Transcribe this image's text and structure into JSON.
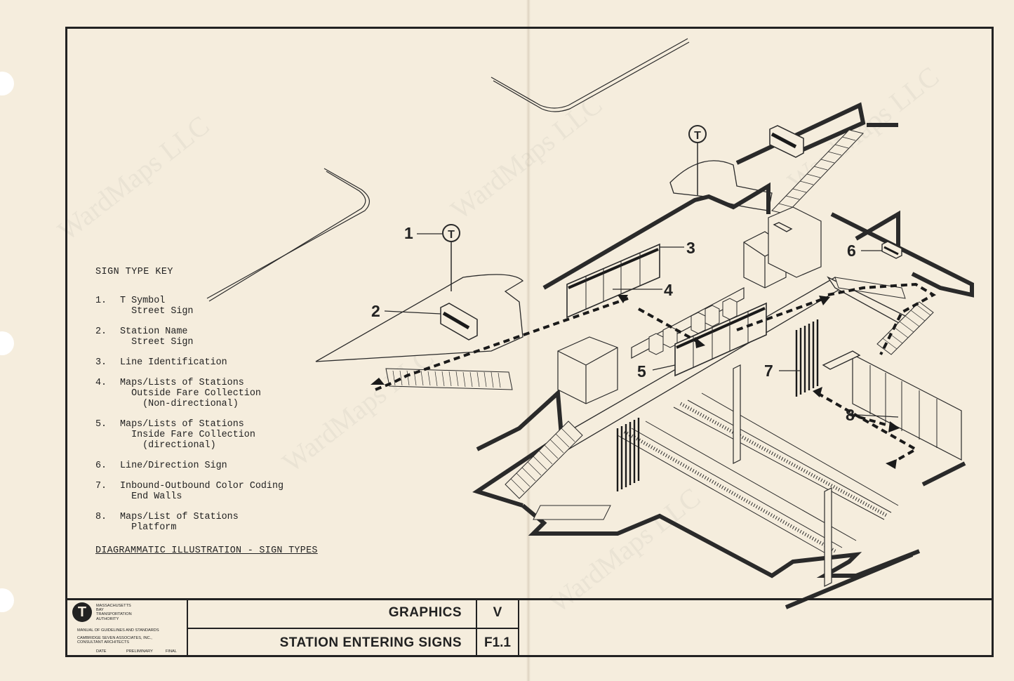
{
  "key": {
    "title": "SIGN TYPE KEY",
    "items": [
      {
        "num": "1.",
        "text": "T Symbol\n  Street Sign"
      },
      {
        "num": "2.",
        "text": "Station Name\n  Street Sign"
      },
      {
        "num": "3.",
        "text": "Line Identification"
      },
      {
        "num": "4.",
        "text": "Maps/Lists of Stations\n  Outside Fare Collection\n    (Non-directional)"
      },
      {
        "num": "5.",
        "text": "Maps/Lists of Stations\n  Inside Fare Collection\n    (directional)"
      },
      {
        "num": "6.",
        "text": "Line/Direction Sign"
      },
      {
        "num": "7.",
        "text": "Inbound-Outbound Color Coding\n  End Walls"
      },
      {
        "num": "8.",
        "text": "Maps/List of Stations\n  Platform"
      }
    ],
    "note": "DIAGRAMMATIC ILLUSTRATION - SIGN TYPES"
  },
  "callouts": [
    "1",
    "2",
    "3",
    "4",
    "5",
    "6",
    "7",
    "8"
  ],
  "title_block": {
    "logo_letter": "T",
    "org": "MASSACHUSETTS\nBAY\nTRANSPORTATION\nAUTHORITY",
    "manual": "MANUAL OF GUIDELINES AND STANDARDS",
    "consultant": "CAMBRIDGE SEVEN ASSOCIATES, INC.,\nCONSULTANT ARCHITECTS",
    "date_label": "DATE",
    "preliminary_label": "PRELIMINARY",
    "final_label": "FINAL",
    "section_title": "GRAPHICS",
    "section_code": "V",
    "sheet_title": "STATION ENTERING SIGNS",
    "sheet_code": "F1.1"
  },
  "watermark": "WardMaps LLC"
}
